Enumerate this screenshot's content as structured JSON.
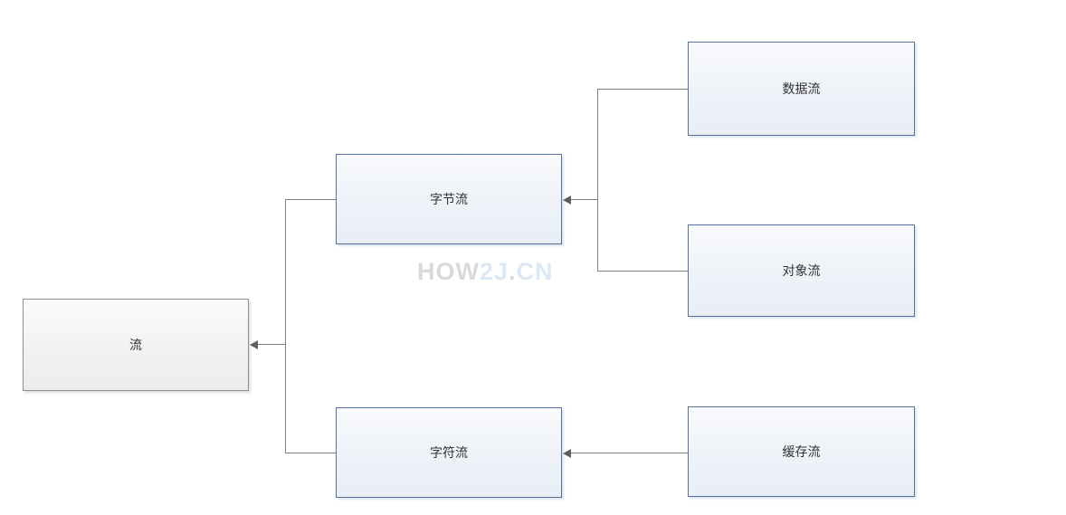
{
  "diagram": {
    "watermark": {
      "part_how": "HOW",
      "part_2j": "2J",
      "part_dot": ".",
      "part_cn": "CN"
    },
    "nodes": [
      {
        "id": "stream",
        "label": "流",
        "variant": "gray"
      },
      {
        "id": "byte-stream",
        "label": "字节流",
        "variant": "blue"
      },
      {
        "id": "char-stream",
        "label": "字符流",
        "variant": "blue"
      },
      {
        "id": "data-stream",
        "label": "数据流",
        "variant": "blue"
      },
      {
        "id": "object-stream",
        "label": "对象流",
        "variant": "blue"
      },
      {
        "id": "buffer-stream",
        "label": "缓存流",
        "variant": "blue"
      }
    ],
    "edges": [
      {
        "from": "字节流",
        "to": "流"
      },
      {
        "from": "字符流",
        "to": "流"
      },
      {
        "from": "数据流",
        "to": "字节流"
      },
      {
        "from": "对象流",
        "to": "字节流"
      },
      {
        "from": "缓存流",
        "to": "字符流"
      }
    ],
    "colors": {
      "node_border_blue": "#51749f",
      "node_border_gray": "#8f8f8f",
      "node_fill_top": "#f9fafc",
      "node_fill_bottom": "#e9eef7",
      "connector": "#7f7f7f",
      "arrowhead": "#5e5e5e",
      "watermark_gray": "#d9d9d9",
      "watermark_blue": "#dce8f5",
      "label_text": "#333333"
    }
  }
}
